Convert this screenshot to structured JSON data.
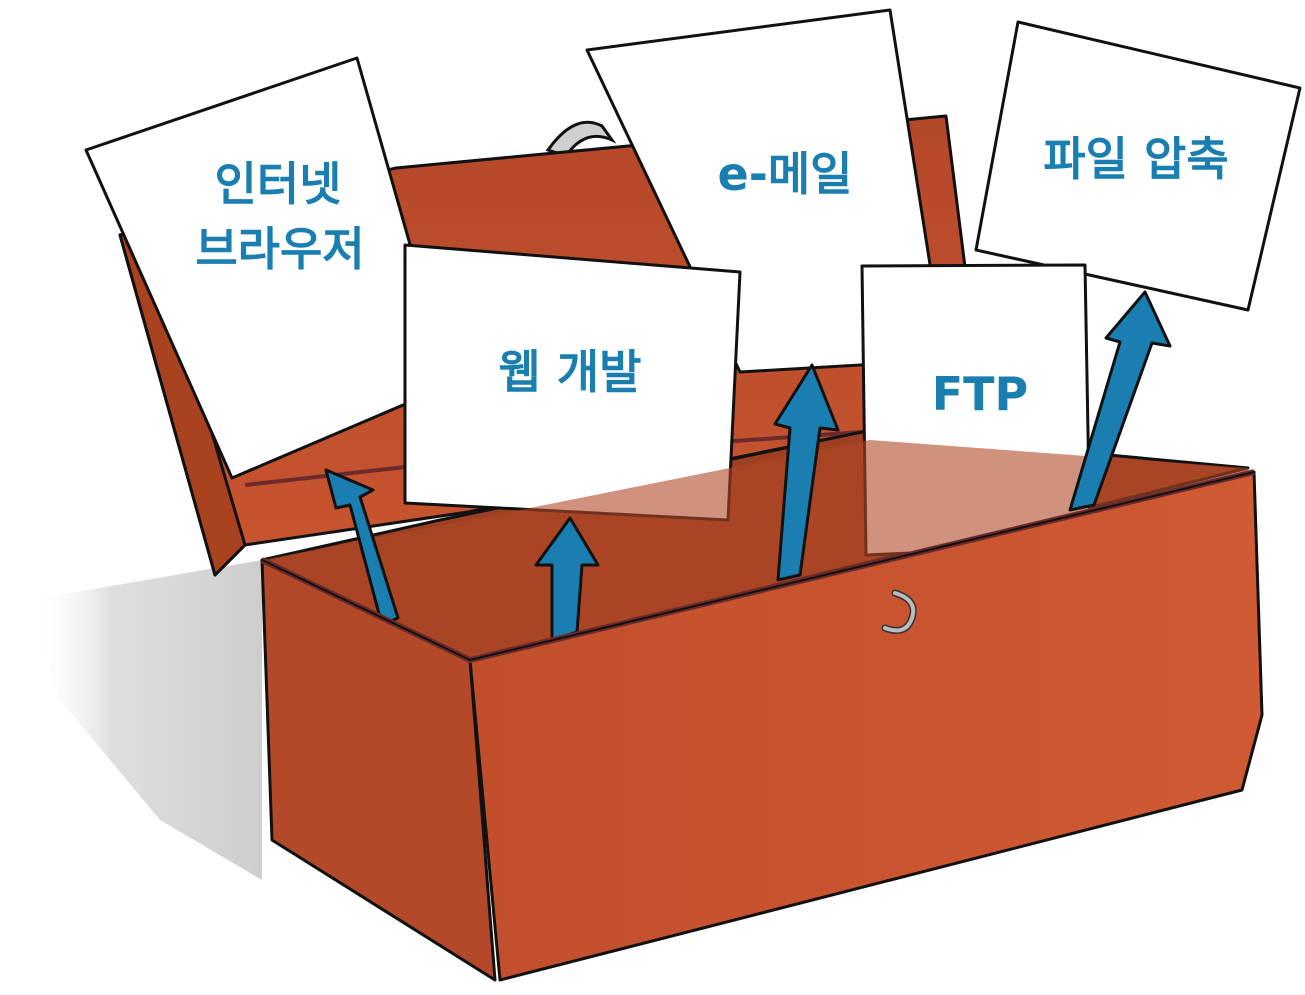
{
  "cards": [
    {
      "id": "internet-browser",
      "lines": [
        "인터넷",
        "브라우저"
      ]
    },
    {
      "id": "web-dev",
      "lines": [
        "웹 개발"
      ]
    },
    {
      "id": "email",
      "lines": [
        "e-메일"
      ]
    },
    {
      "id": "ftp",
      "lines": [
        "FTP"
      ]
    },
    {
      "id": "file-compress",
      "lines": [
        "파일 압축"
      ]
    }
  ],
  "colors": {
    "box": "#c9552f",
    "box_dark": "#a9431f",
    "box_inner": "#b84a27",
    "box_rim": "#6e2a2a",
    "arrow": "#1a7fb0",
    "label": "#1a7fb0",
    "card": "#ffffff",
    "shadow": "#d9d9d9"
  }
}
